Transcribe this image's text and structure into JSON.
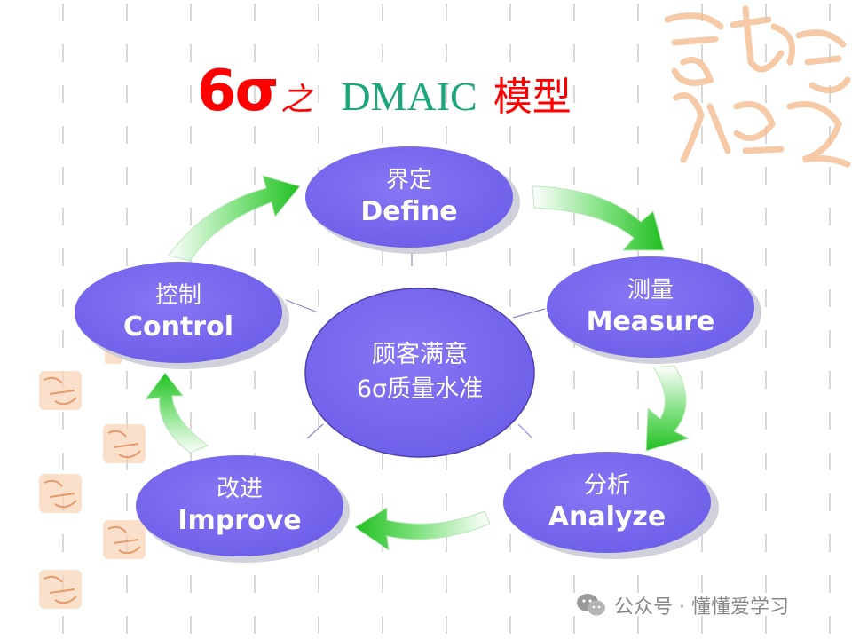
{
  "title": {
    "sigma": "6σ",
    "connector": "之",
    "dmaic": "DMAIC",
    "model": "模型"
  },
  "cycle": {
    "define": {
      "zh": "界定",
      "en": "Define"
    },
    "measure": {
      "zh": "测量",
      "en": "Measure"
    },
    "analyze": {
      "zh": "分析",
      "en": "Analyze"
    },
    "improve": {
      "zh": "改进",
      "en": "Improve"
    },
    "control": {
      "zh": "控制",
      "en": "Control"
    }
  },
  "center": {
    "line1": "顾客满意",
    "line2": "6σ质量水准"
  },
  "watermark": {
    "text": "公众号 · 懂懂爱学习",
    "icon": "wechat-icon"
  },
  "colors": {
    "node_fill": "#7b6cf2",
    "node_shadow": "#c9c9d6",
    "arrow_green": "#33cc33",
    "title_red": "#ff0000",
    "title_green": "#1aa57a",
    "seal_color": "#f3b98a"
  }
}
